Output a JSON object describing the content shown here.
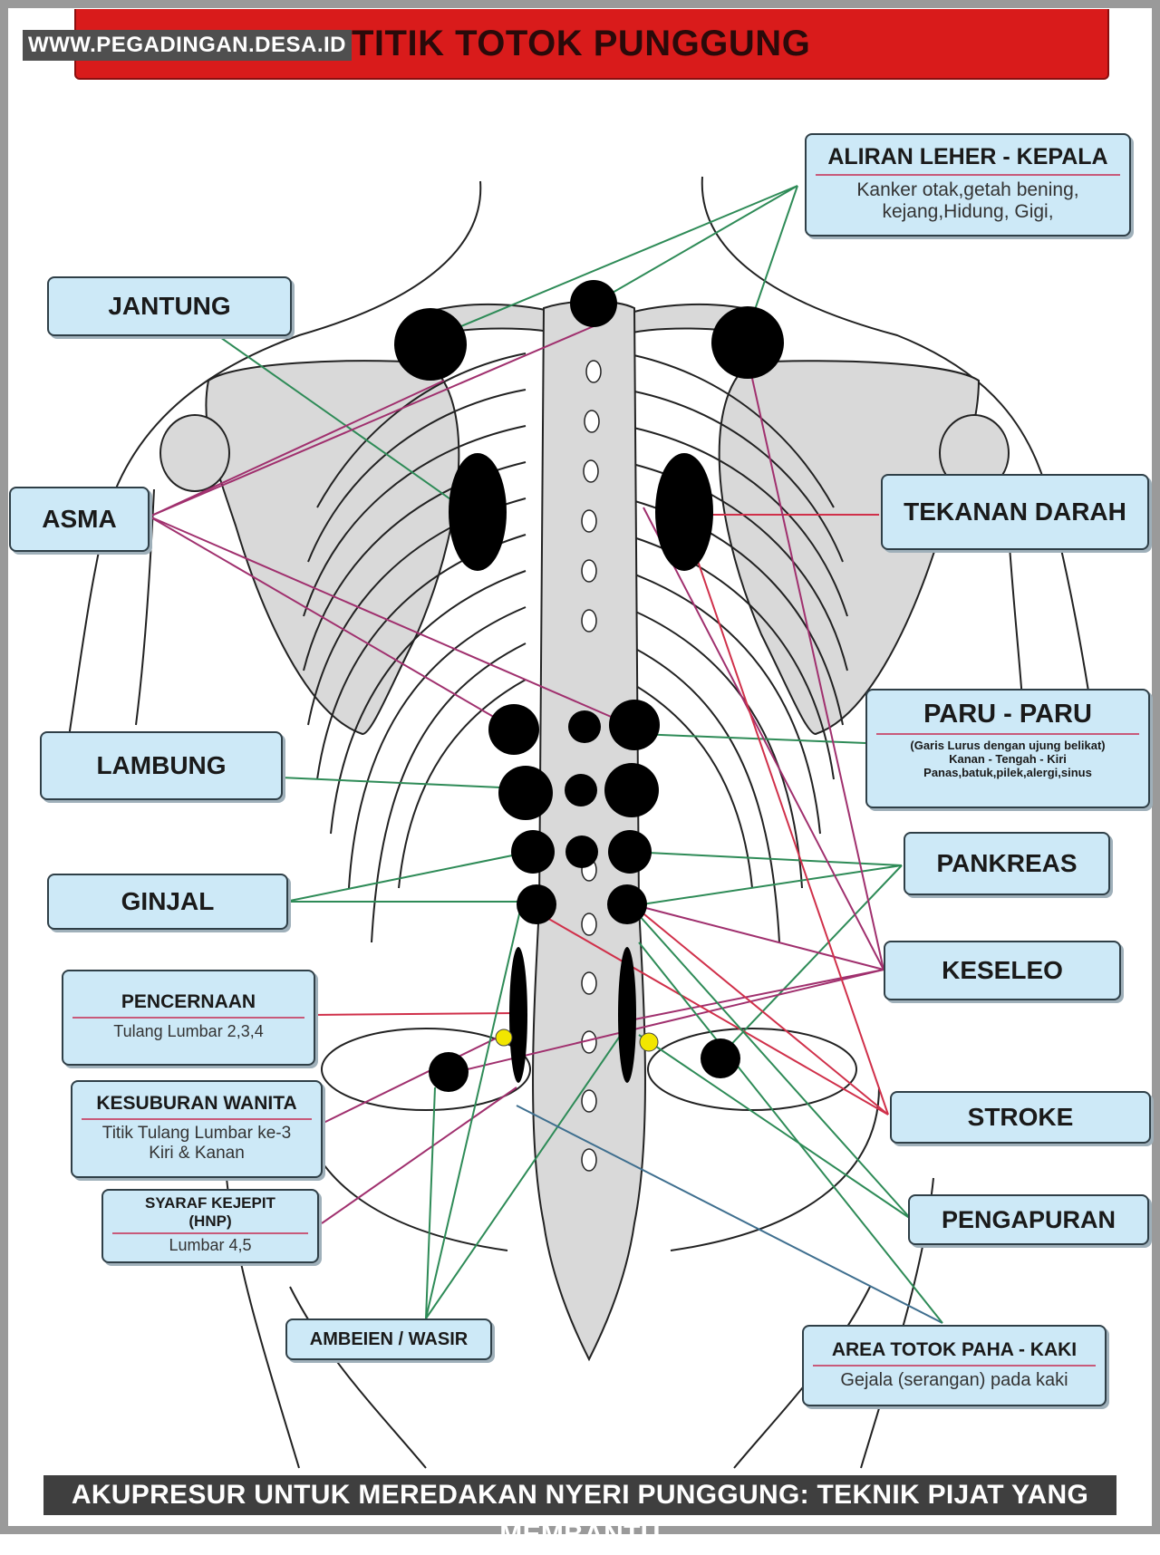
{
  "header": {
    "title": "TITIK TOTOK PUNGGUNG",
    "watermark": "WWW.PEGADINGAN.DESA.ID"
  },
  "footer": {
    "caption": "AKUPRESUR UNTUK MEREDAKAN NYERI PUNGGUNG: TEKNIK PIJAT YANG MEMBANTU"
  },
  "labels": {
    "aliran": {
      "title": "ALIRAN LEHER - KEPALA",
      "line1": "Kanker otak,getah bening,",
      "line2": "kejang,Hidung, Gigi,"
    },
    "jantung": {
      "title": "JANTUNG"
    },
    "asma": {
      "title": "ASMA"
    },
    "tekanan": {
      "title": "TEKANAN DARAH"
    },
    "paru": {
      "title": "PARU - PARU",
      "line1": "(Garis Lurus dengan ujung belikat)",
      "line2": "Kanan - Tengah - Kiri",
      "line3": "Panas,batuk,pilek,alergi,sinus"
    },
    "lambung": {
      "title": "LAMBUNG"
    },
    "pankreas": {
      "title": "PANKREAS"
    },
    "ginjal": {
      "title": "GINJAL"
    },
    "keseleo": {
      "title": "KESELEO"
    },
    "pencernaan": {
      "title": "PENCERNAAN",
      "line1": "Tulang Lumbar 2,3,4"
    },
    "stroke": {
      "title": "STROKE"
    },
    "kesuburan": {
      "title": "KESUBURAN WANITA",
      "line1": "Titik Tulang Lumbar ke-3",
      "line2": "Kiri & Kanan"
    },
    "syaraf": {
      "title": "SYARAF KEJEPIT",
      "title2": "(HNP)",
      "line1": "Lumbar 4,5"
    },
    "pengapuran": {
      "title": "PENGAPURAN"
    },
    "ambeien": {
      "title": "AMBEIEN / WASIR"
    },
    "paha": {
      "title": "AREA TOTOK PAHA - KAKI",
      "line1": "Gejala (serangan) pada kaki"
    }
  },
  "colors": {
    "title_bar": "#d91b1b",
    "label_fill": "#cde9f7",
    "bone_fill": "#d9d9d9",
    "point": "#000000",
    "yellow_point": "#f2e600",
    "line_green": "#2e8b57",
    "line_magenta": "#a0306e",
    "line_red": "#d0304a",
    "line_blue": "#3f6f8f"
  }
}
